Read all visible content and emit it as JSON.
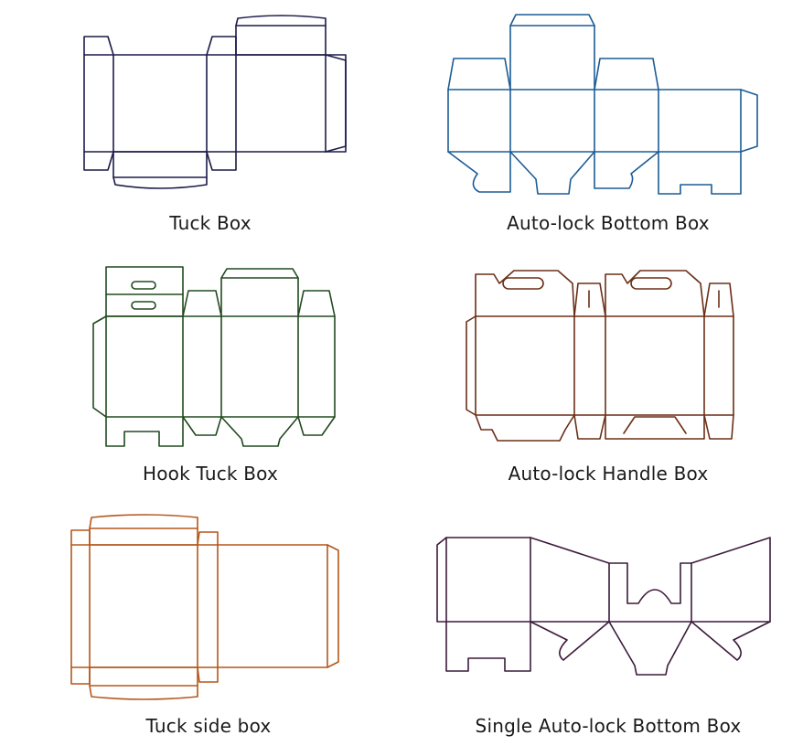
{
  "diagrams": [
    {
      "caption": "Tuck Box",
      "stroke": "#1c1a4a"
    },
    {
      "caption": "Auto-lock Bottom Box",
      "stroke": "#1b5b96"
    },
    {
      "caption": "Hook Tuck Box",
      "stroke": "#214a1f"
    },
    {
      "caption": "Auto-lock Handle Box",
      "stroke": "#6b2f17"
    },
    {
      "caption": "Tuck side box",
      "stroke": "#b4571b"
    },
    {
      "caption": "Single Auto-lock Bottom Box",
      "stroke": "#3c1a3a"
    }
  ]
}
